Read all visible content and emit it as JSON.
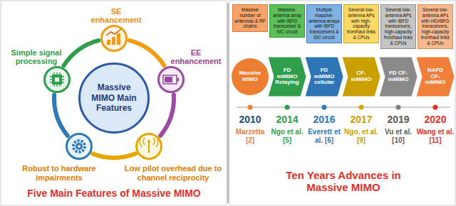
{
  "diagram": {
    "nodes": [
      {
        "text": [
          "Massive MIMO Main Features"
        ]
      },
      {
        "text": [
          "SE enhancement"
        ]
      },
      {
        "text": [
          "EE enhancement"
        ]
      },
      {
        "text": [
          "Low pilot overhead due to channel reciprocity"
        ]
      },
      {
        "text": [
          "Robust to hardware impairments"
        ]
      },
      {
        "text": [
          "Simple signal processing"
        ]
      },
      {
        "text": [
          "Massive number of antennas & RF chains"
        ]
      },
      {
        "text": [
          "Massive-antenna array with IBFD transceiver & SIC circuit"
        ]
      },
      {
        "text": [
          "Multiple massive-antenna arrays with IBFD transceivers & SIC circuit"
        ]
      },
      {
        "text": [
          "Several low-antenna APs with high-capacity fronthaul links & CPUs"
        ]
      },
      {
        "text": [
          "Several low-antenna APs with IBFD transceivers, high-capacity fronthaul links & CPUs"
        ]
      },
      {
        "text": [
          "Several low-antenna APs with HD/IBFD transceivers, high-capacity fronthaul links & CPUs"
        ]
      },
      {
        "text": [
          "Massive MIMO"
        ]
      },
      {
        "text": [
          "FD mMIMO Relaying"
        ]
      },
      {
        "text": [
          "FD mMIMO cellular"
        ]
      },
      {
        "text": [
          "CF-mMIMO"
        ]
      },
      {
        "text": [
          "FD CF-mMIMO"
        ]
      },
      {
        "text": [
          "NAFD CF-mMIMO"
        ]
      }
    ],
    "labels": [
      "Five Main Features of Massive MIMO",
      "2010",
      "2014",
      "2016",
      "2017",
      "2019",
      "2020",
      "Marzetta [2]",
      "Ngo et al. [5]",
      "Everett et al. [6]",
      "Ngo, et al. [9]",
      "Vu et al. [10]",
      "Wang et al. [11]",
      "Ten Years Advances in Massive MIMO"
    ]
  }
}
